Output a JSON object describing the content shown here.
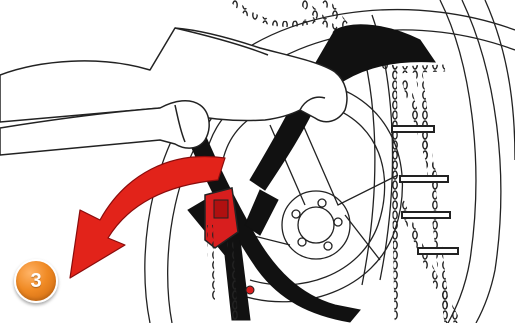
{
  "step": {
    "number": "3"
  },
  "colors": {
    "arrow": "#e2231a",
    "badge": "#f08a24",
    "chain_tensioner": "#d81e1e",
    "outline": "#1a1a1a"
  },
  "icons": [
    "tire-chain-illustration",
    "rotation-arrow-icon",
    "step-badge"
  ]
}
